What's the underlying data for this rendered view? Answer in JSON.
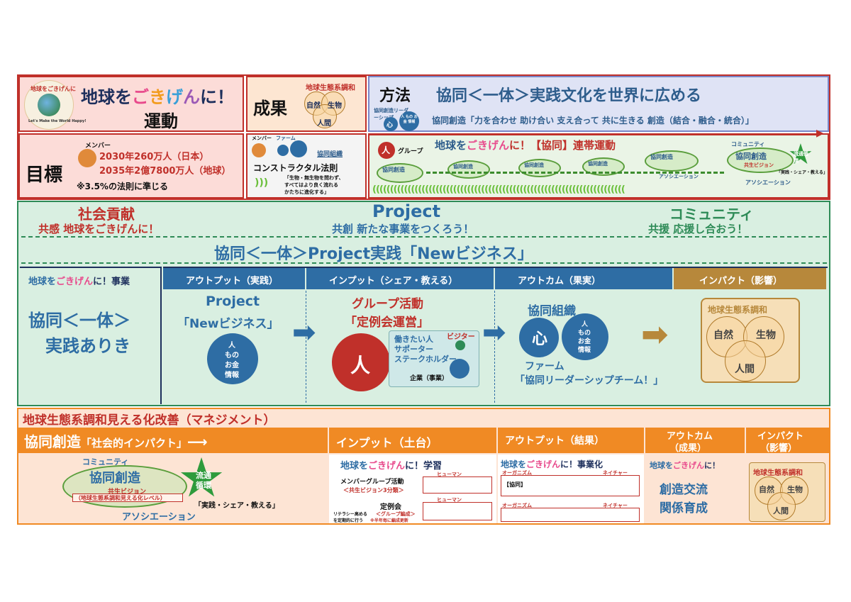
{
  "logo": {
    "top_text": "地球をごきげんに",
    "bottom_text": "Let's Make the World Happy!"
  },
  "movement": {
    "title_a": "地球を",
    "title_b": [
      "ご",
      "き",
      "げ",
      "ん"
    ],
    "title_c": "に！",
    "title_d": "運動"
  },
  "goal": {
    "label": "目標",
    "member": "メンバー",
    "line1": "2030年260万人（日本）",
    "line2": "2035年2億7800万人（地球）",
    "note": "※3.5%の法則に準じる"
  },
  "result": {
    "label": "成果",
    "venn_title": "地球生態系調和",
    "nature": "自然",
    "creature": "生物",
    "human": "人間"
  },
  "method": {
    "label": "方法",
    "title": "協同＜一体＞実践文化を世界に広める",
    "leader": "協同創造リーダーシップ",
    "heart": "心",
    "resources": "人 もの お金 情報",
    "principle": "協同創造「力を合わせ 助け合い 支え合って 共に生きる 創造（結合・融合・統合）」"
  },
  "constructal": {
    "member": "メンバー",
    "farm": "ファーム",
    "org": "協同組織",
    "title": "コンストラクタル法則",
    "quote1": "「生物・無生物を問わず、",
    "quote2": "すべてはより良く流れる",
    "quote3": "かたちに進化する」"
  },
  "chain": {
    "group": "グループ",
    "person": "人",
    "title_a": "地球を",
    "title_b": "ごきげん",
    "title_c": "に！【協同】連帯運動",
    "community": "コミュニティ",
    "assoc": "アソシエーション",
    "co_create": "協同創造",
    "flow": "流通循環",
    "practice": "「実践・シェア・教える」",
    "vision": "共生ビジョン"
  },
  "project_row": {
    "social": "社会貢献",
    "social_sub": "共感 地球をごきげんに！",
    "project": "Project",
    "project_sub": "共創 新たな事業をつくろう！",
    "community": "コミュニティ",
    "community_sub": "共援 応援し合おう！",
    "banner": "協同＜一体＞Project実践「Newビジネス」"
  },
  "process": {
    "left_a": "地球を",
    "left_b": "ごきげん",
    "left_c": "に！事業",
    "left_big1": "協同＜一体＞",
    "left_big2": "実践ありき",
    "h_output": "アウトプット（実践）",
    "h_input": "インプット（シェア・教える）",
    "h_outcome": "アウトカム（果実）",
    "h_impact": "インパクト（影響）",
    "project": "Project",
    "newbiz": "「Newビジネス」",
    "resources": [
      "人",
      "もの",
      "お金",
      "情報"
    ],
    "group_act": "グループ活動",
    "regular": "「定例会運営」",
    "person": "人",
    "workers": "働きたい人",
    "supporter": "サポーター",
    "stakeholder": "ステークホルダー",
    "visitor": "ビジター",
    "company": "企業（事業）",
    "co_org": "協同組織",
    "heart": "心",
    "farm": "ファーム",
    "leader_team": "「協同リーダーシップチーム！」",
    "venn_title": "地球生態系調和",
    "nature": "自然",
    "creature": "生物",
    "human": "人間"
  },
  "management": {
    "title": "地球生態系調和見える化改善（マネジメント）",
    "co_create": "協同創造",
    "impact": "「社会的インパクト」",
    "arrow": "⟶",
    "h_input": "インプット（土台）",
    "h_output": "アウトプット（結果）",
    "h_outcome1": "アウトカム",
    "h_outcome2": "（成果）",
    "h_impact1": "インパクト",
    "h_impact2": "（影響）",
    "community": "コミュニティ",
    "flow1": "流通",
    "flow2": "循環",
    "vision": "共生ビジョン",
    "vision_sub": "（地球生態系調和見える化レベル）",
    "practice": "「実践・シェア・教える」",
    "assoc": "アソシエーション",
    "learn_a": "地球を",
    "learn_b": "ごきげん",
    "learn_c": "に！学習",
    "member_act": "メンバーグループ活動",
    "vision3": "＜共生ビジョン3分類＞",
    "human_box": "ヒューマン",
    "literacy": "リテラシー高める",
    "regular": "定例会",
    "group_form": "＜グループ編成＞",
    "half_year": "※半年毎に編成更新",
    "regular_note": "を定期的に行う",
    "biz_a": "地球を",
    "biz_b": "ごきげん",
    "biz_c": "に！事業化",
    "organism": "オーガニズム",
    "nature_box": "ネイチャー",
    "kyodo": "【協同】",
    "out_a": "地球を",
    "out_b": "ごきげん",
    "out_c": "に！",
    "create1": "創造交流",
    "create2": "関係育成",
    "venn_title": "地球生態系調和",
    "nature": "自然",
    "creature": "生物",
    "human": "人間"
  },
  "colors": {
    "red": "#c0302a",
    "navy": "#1d2f5c",
    "green_bg": "#d9efe1",
    "orange": "#f08a24",
    "peach": "#fde4d4"
  }
}
